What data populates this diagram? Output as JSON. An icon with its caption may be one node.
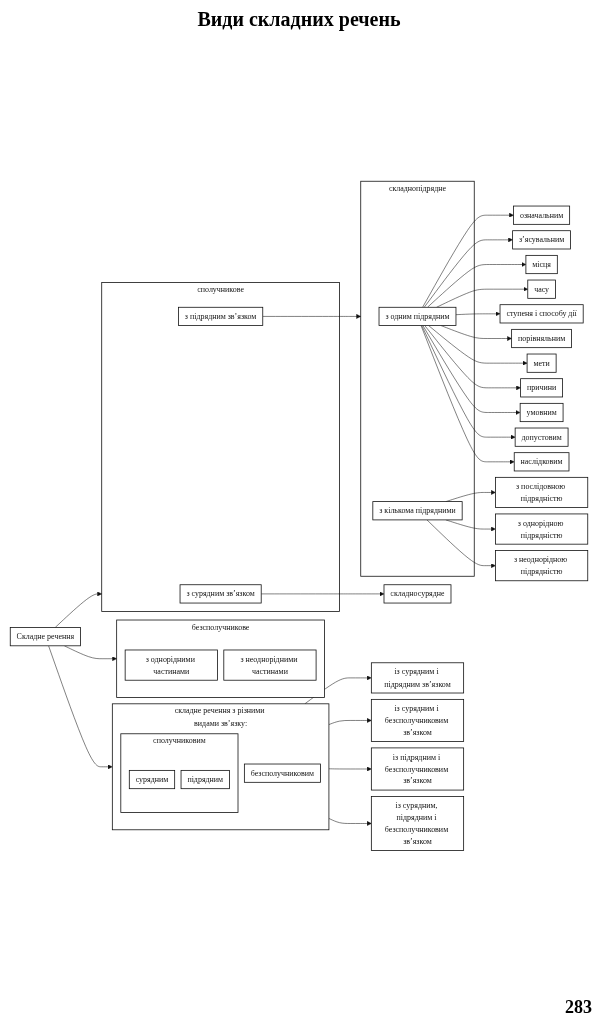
{
  "diagram": {
    "title": "Види складних речень",
    "nodes": [
      {
        "text": [
          "Складне речення"
        ]
      },
      {
        "text": [
          "сполучникове"
        ]
      },
      {
        "text": [
          "з сурядним зв’язком"
        ],
        "in": 1
      },
      {
        "text": [
          "з підрядним зв’язком"
        ],
        "in": 1
      },
      {
        "text": [
          "безсполучникове"
        ]
      },
      {
        "text": [
          "з однорідними частинами"
        ],
        "in": 4
      },
      {
        "text": [
          "з неоднорідними частинами"
        ],
        "in": 4
      },
      {
        "text": [
          "складне речення з різними видами зв’язку:"
        ]
      },
      {
        "text": [
          "сполучниковим"
        ],
        "in": 7
      },
      {
        "text": [
          "сурядним"
        ],
        "in": 8
      },
      {
        "text": [
          "підрядним"
        ],
        "in": 8
      },
      {
        "text": [
          "безсполучниковим"
        ],
        "in": 7
      },
      {
        "text": [
          "складносурядне"
        ]
      },
      {
        "text": [
          "складнопідрядне"
        ]
      },
      {
        "text": [
          "з одним підрядним"
        ],
        "in": 13
      },
      {
        "text": [
          "з кількома підрядними"
        ],
        "in": 13
      },
      {
        "text": [
          "із сурядним і підрядним зв’язком"
        ]
      },
      {
        "text": [
          "із сурядним і безсполучниковим зв’язком"
        ]
      },
      {
        "text": [
          "із підрядним і безсполучниковим зв’язком"
        ]
      },
      {
        "text": [
          "із сурядним, підрядним і безсполучниковим зв’язком"
        ]
      },
      {
        "text": [
          "з послідовною підрядністю"
        ]
      },
      {
        "text": [
          "з однорідною підрядністю"
        ]
      },
      {
        "text": [
          "з неоднорідною підрядністю"
        ]
      },
      {
        "text": [
          "означальним"
        ]
      },
      {
        "text": [
          "з’ясувальним"
        ]
      },
      {
        "text": [
          "місця"
        ]
      },
      {
        "text": [
          "часу"
        ]
      },
      {
        "text": [
          "ступеня і способу дії"
        ]
      },
      {
        "text": [
          "порівняльним"
        ]
      },
      {
        "text": [
          "мети"
        ]
      },
      {
        "text": [
          "причини"
        ]
      },
      {
        "text": [
          "умовним"
        ]
      },
      {
        "text": [
          "допустовим"
        ]
      },
      {
        "text": [
          "наслідковим"
        ]
      }
    ],
    "edges": [
      {
        "from": 0,
        "to": 1,
        "arrow": "to"
      },
      {
        "from": 0,
        "to": 4,
        "arrow": "to"
      },
      {
        "from": 0,
        "to": 7,
        "arrow": "to"
      },
      {
        "from": 2,
        "to": 12,
        "arrow": "to"
      },
      {
        "from": 3,
        "to": 13,
        "arrow": "to"
      },
      {
        "from": 7,
        "to": 16,
        "arrow": "to"
      },
      {
        "from": 7,
        "to": 17,
        "arrow": "to"
      },
      {
        "from": 7,
        "to": 18,
        "arrow": "to"
      },
      {
        "from": 7,
        "to": 19,
        "arrow": "to"
      },
      {
        "from": 15,
        "to": 20,
        "arrow": "to"
      },
      {
        "from": 15,
        "to": 21,
        "arrow": "to"
      },
      {
        "from": 15,
        "to": 22,
        "arrow": "to"
      },
      {
        "from": 14,
        "to": 23,
        "arrow": "to"
      },
      {
        "from": 14,
        "to": 24,
        "arrow": "to"
      },
      {
        "from": 14,
        "to": 25,
        "arrow": "to"
      },
      {
        "from": 14,
        "to": 26,
        "arrow": "to"
      },
      {
        "from": 14,
        "to": 27,
        "arrow": "to"
      },
      {
        "from": 14,
        "to": 28,
        "arrow": "to"
      },
      {
        "from": 14,
        "to": 29,
        "arrow": "to"
      },
      {
        "from": 14,
        "to": 30,
        "arrow": "to"
      },
      {
        "from": 14,
        "to": 31,
        "arrow": "to"
      },
      {
        "from": 14,
        "to": 32,
        "arrow": "to"
      },
      {
        "from": 14,
        "to": 33,
        "arrow": "to"
      }
    ],
    "labels": [
      "283"
    ]
  }
}
